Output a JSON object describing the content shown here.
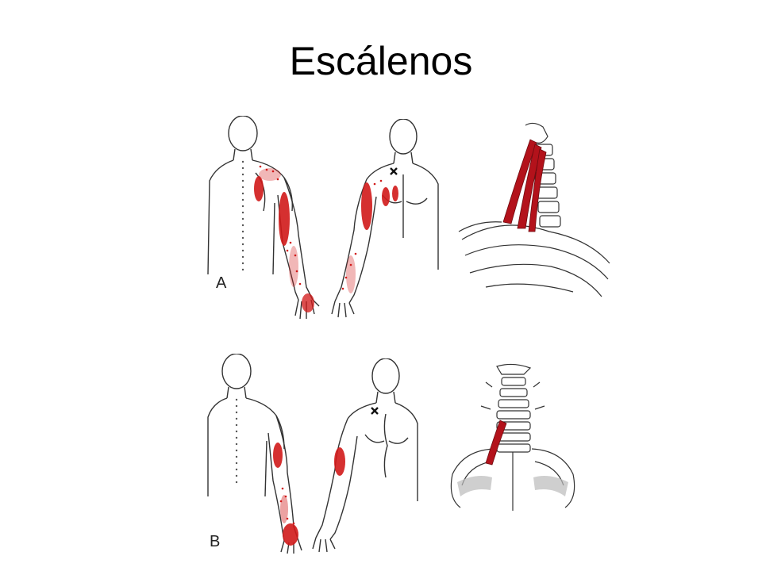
{
  "slide": {
    "title": "Escálenos"
  },
  "panels": {
    "a": {
      "letter": "A"
    },
    "b": {
      "letter": "B"
    }
  },
  "colors": {
    "referral_pain": "#d11a1a",
    "muscle": "#b3121b",
    "outline": "#333333",
    "background": "#ffffff"
  },
  "icons": {
    "trigger_point_marker": "x-mark-icon"
  }
}
